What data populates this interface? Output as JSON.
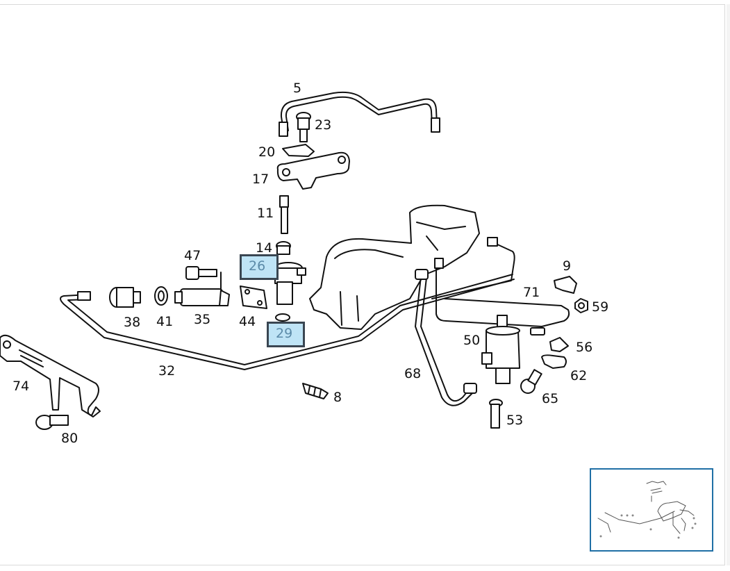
{
  "callouts": {
    "c5": "5",
    "c23": "23",
    "c20": "20",
    "c17": "17",
    "c11": "11",
    "c14": "14",
    "c47": "47",
    "c44": "44",
    "c38": "38",
    "c41": "41",
    "c35": "35",
    "c32": "32",
    "c74": "74",
    "c80": "80",
    "c8": "8",
    "c68": "68",
    "c50": "50",
    "c53": "53",
    "c71": "71",
    "c9": "9",
    "c59": "59",
    "c56": "56",
    "c62": "62",
    "c65": "65"
  },
  "hotspots": {
    "h26": "26",
    "h29": "29"
  },
  "colors": {
    "hotspot_fill": "#bfe4f6",
    "hotspot_border": "#3a4652",
    "thumbnail_border": "#1f6fa5"
  }
}
